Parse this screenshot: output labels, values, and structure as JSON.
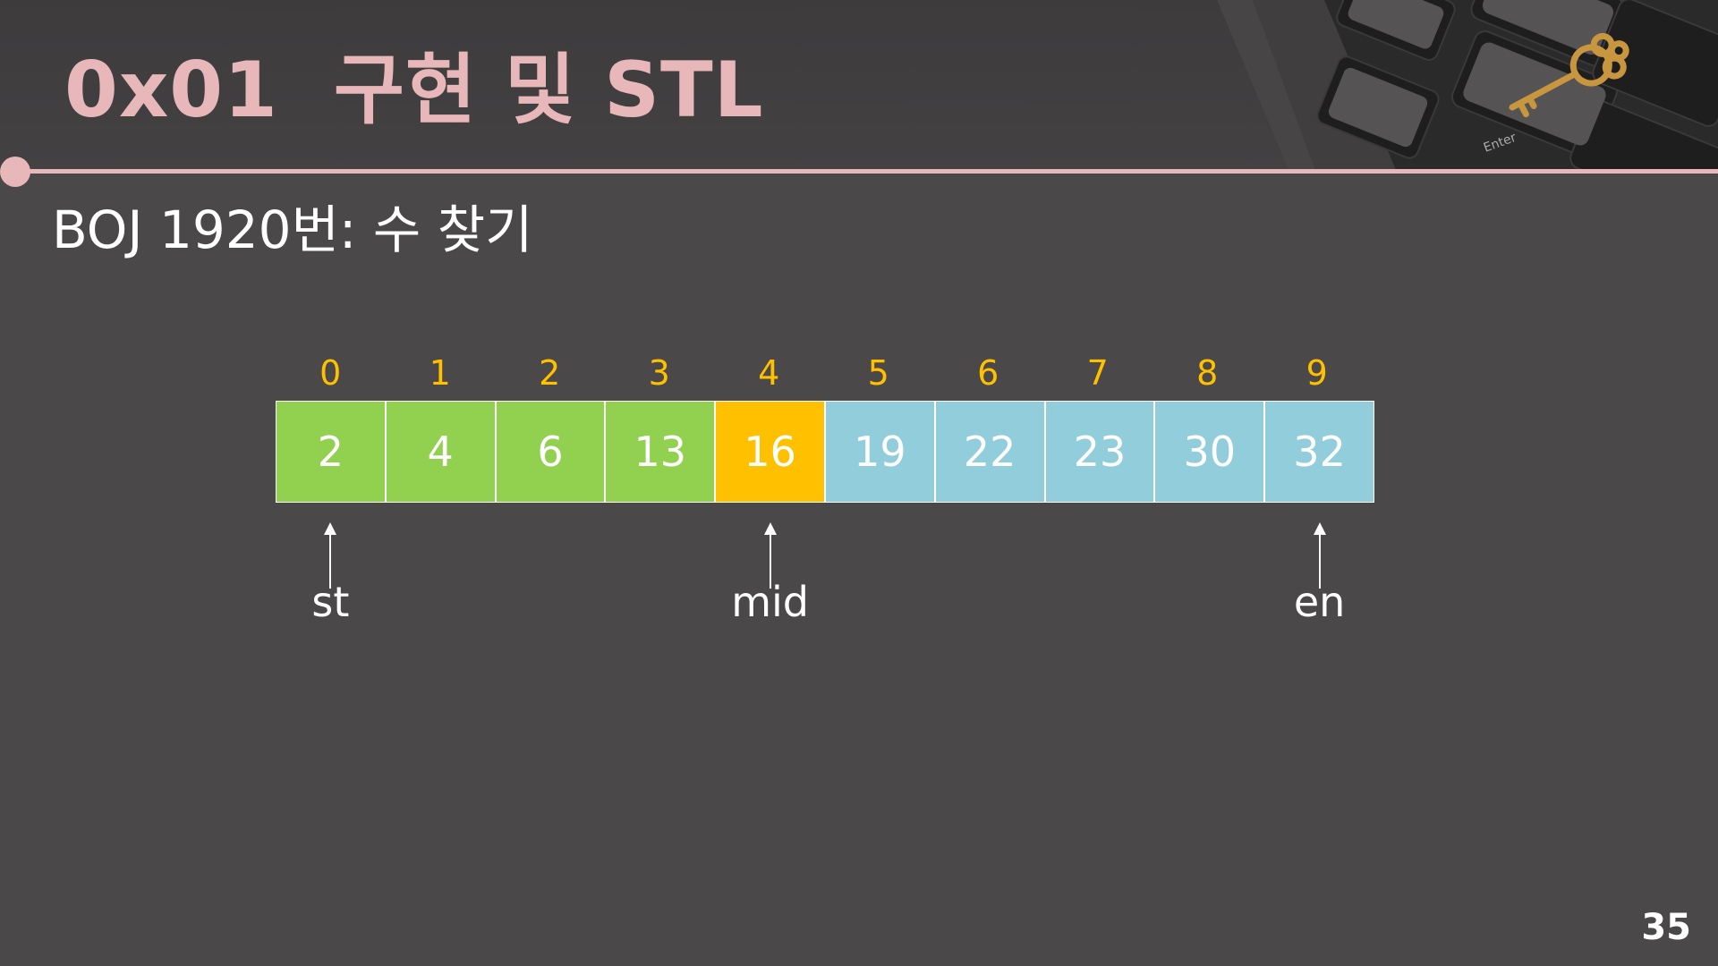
{
  "slide": {
    "title": "0x01  구현 및 STL",
    "subtitle": "BOJ 1920번: 수 찾기",
    "page_number": "35"
  },
  "colors": {
    "background": "#4a4849",
    "title_pink": "#e8b7b9",
    "index_yellow": "#ffc000",
    "green": "#92d050",
    "orange": "#ffc000",
    "blue": "#92cddc"
  },
  "array": {
    "indices": [
      "0",
      "1",
      "2",
      "3",
      "4",
      "5",
      "6",
      "7",
      "8",
      "9"
    ],
    "values": [
      "2",
      "4",
      "6",
      "13",
      "16",
      "19",
      "22",
      "23",
      "30",
      "32"
    ],
    "cell_states": [
      "green",
      "green",
      "green",
      "green",
      "orange",
      "blue",
      "blue",
      "blue",
      "blue",
      "blue"
    ]
  },
  "pointers": [
    {
      "label": "st",
      "index": 0
    },
    {
      "label": "mid",
      "index": 4
    },
    {
      "label": "en",
      "index": 9
    }
  ],
  "decoration": {
    "header_image": "keyboard-key-icon",
    "key_caption": "Enter"
  }
}
